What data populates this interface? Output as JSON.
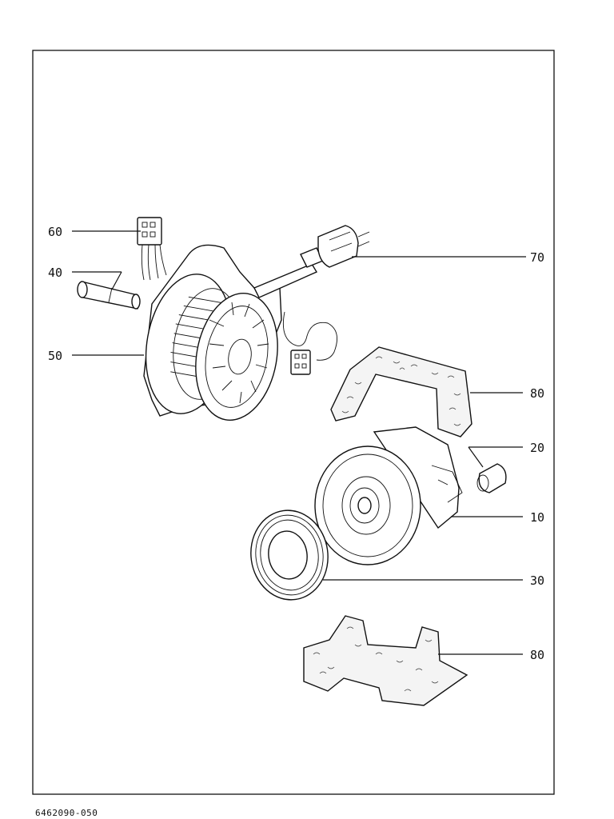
{
  "document_number": "6462090-050",
  "callouts": [
    {
      "id": "c60",
      "label": "60"
    },
    {
      "id": "c40",
      "label": "40"
    },
    {
      "id": "c50",
      "label": "50"
    },
    {
      "id": "c70",
      "label": "70"
    },
    {
      "id": "c80a",
      "label": "80"
    },
    {
      "id": "c20",
      "label": "20"
    },
    {
      "id": "c10",
      "label": "10"
    },
    {
      "id": "c30",
      "label": "30"
    },
    {
      "id": "c80b",
      "label": "80"
    }
  ]
}
